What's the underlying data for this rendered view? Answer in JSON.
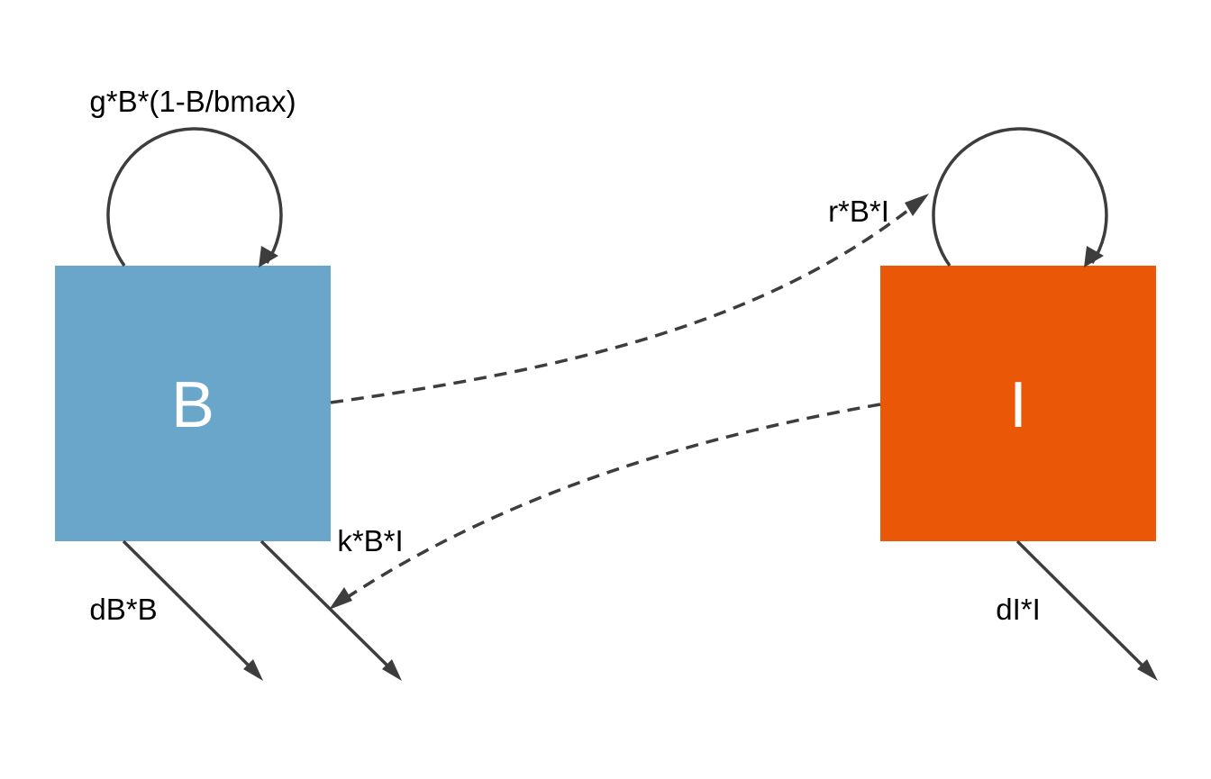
{
  "nodes": {
    "b": {
      "label": "B",
      "color": "#6aa6c9"
    },
    "i": {
      "label": "I",
      "color": "#ea5706"
    }
  },
  "flows": {
    "b_growth": "g*B*(1-B/bmax)",
    "b_death": "dB*B",
    "b_loss_k": "k*B*I",
    "i_production": "r*B*I",
    "i_death": "dI*I"
  },
  "colors": {
    "edge": "#3d3d3d"
  }
}
